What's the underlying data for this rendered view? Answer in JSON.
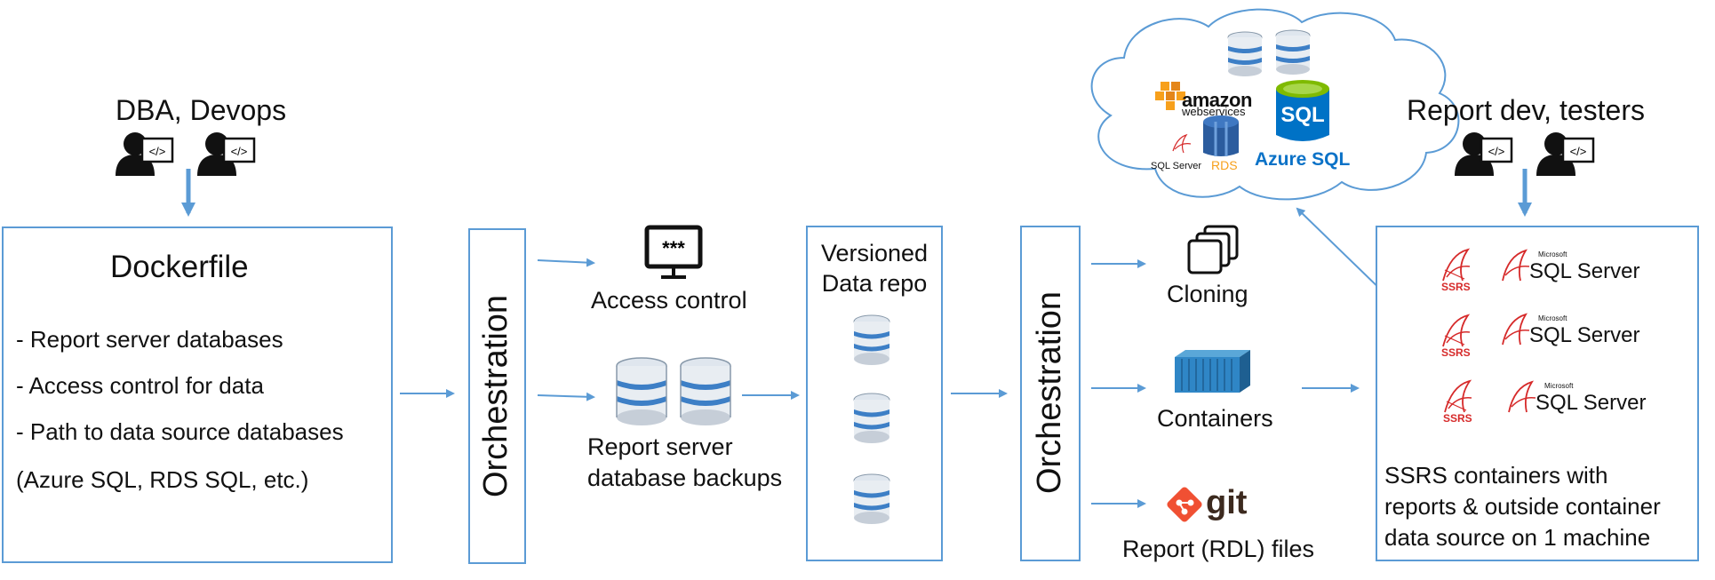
{
  "left_users": {
    "label": "DBA, Devops"
  },
  "right_users": {
    "label": "Report dev, testers"
  },
  "dockerfile": {
    "title": "Dockerfile",
    "items": [
      "- Report server databases",
      "- Access control for data",
      "- Path to data source databases",
      "(Azure SQL, RDS SQL, etc.)"
    ]
  },
  "orchestration_1": {
    "label": "Orchestration"
  },
  "orchestration_2": {
    "label": "Orchestration"
  },
  "access_control": {
    "label": "Access control",
    "glyph": "***"
  },
  "backups": {
    "line1": "Report server",
    "line2": "database backups"
  },
  "repo": {
    "line1": "Versioned",
    "line2": "Data repo"
  },
  "cloning": {
    "label": "Cloning"
  },
  "containers": {
    "label": "Containers"
  },
  "git": {
    "logo": "git",
    "label": "Report (RDL) files"
  },
  "cloud": {
    "amazon_line1": "amazon",
    "amazon_line2": "webservices",
    "rds": "RDS",
    "sqlserver_small": "SQL Server",
    "sql_badge": "SQL",
    "azure": "Azure SQL"
  },
  "ssrs_box": {
    "ssrs_label": "SSRS",
    "microsoft": "Microsoft",
    "sqlserver": "SQL Server",
    "desc_line1": "SSRS containers with",
    "desc_line2": "reports & outside container",
    "desc_line3": "data source on 1 machine"
  },
  "colors": {
    "accent": "#5b9bd5",
    "db_blue": "#3d7fc6",
    "aws_orange": "#f7a01b",
    "ssrs_red": "#d62a2a",
    "git_red": "#f05033"
  }
}
